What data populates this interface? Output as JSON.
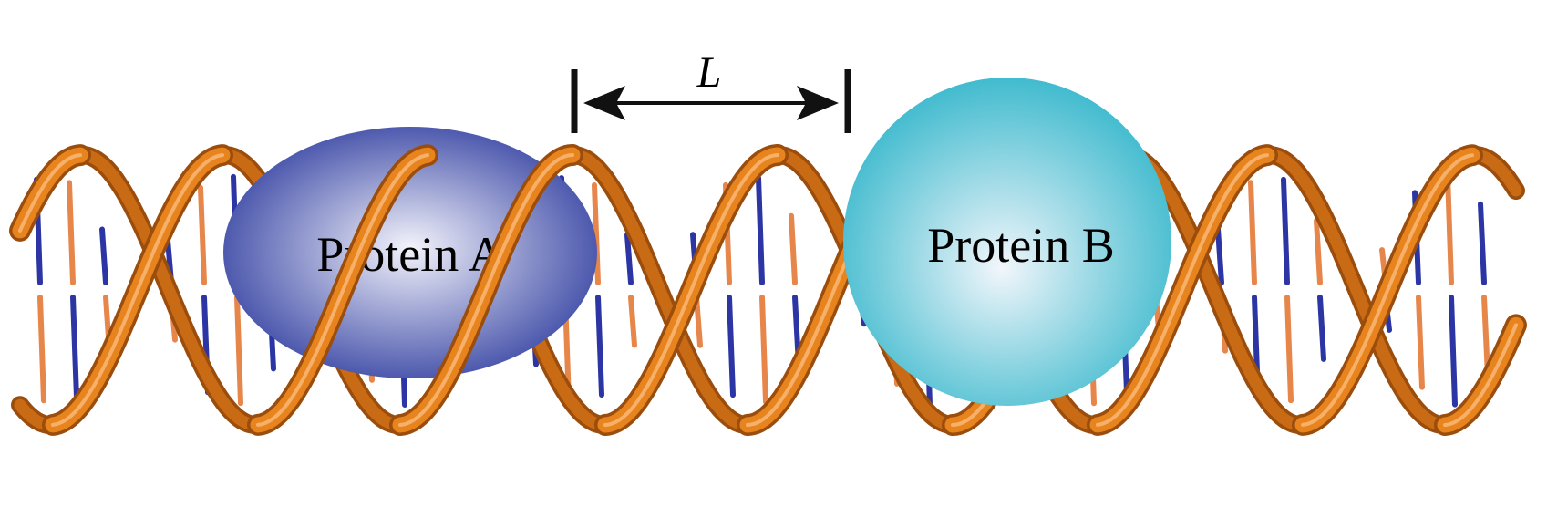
{
  "diagram": {
    "distance_label": "L",
    "protein_a": {
      "label": "Protein A",
      "color": "#3d4aa6",
      "highlight": "#f3f3fb"
    },
    "protein_b": {
      "label": "Protein B",
      "color": "#38b8cc",
      "highlight": "#f2f6fb"
    },
    "dna": {
      "backbone_color": "#e8841e",
      "backbone_shadow": "#9a4d0c",
      "base_pair_colors": [
        "#e6864a",
        "#2b35a3"
      ]
    }
  }
}
